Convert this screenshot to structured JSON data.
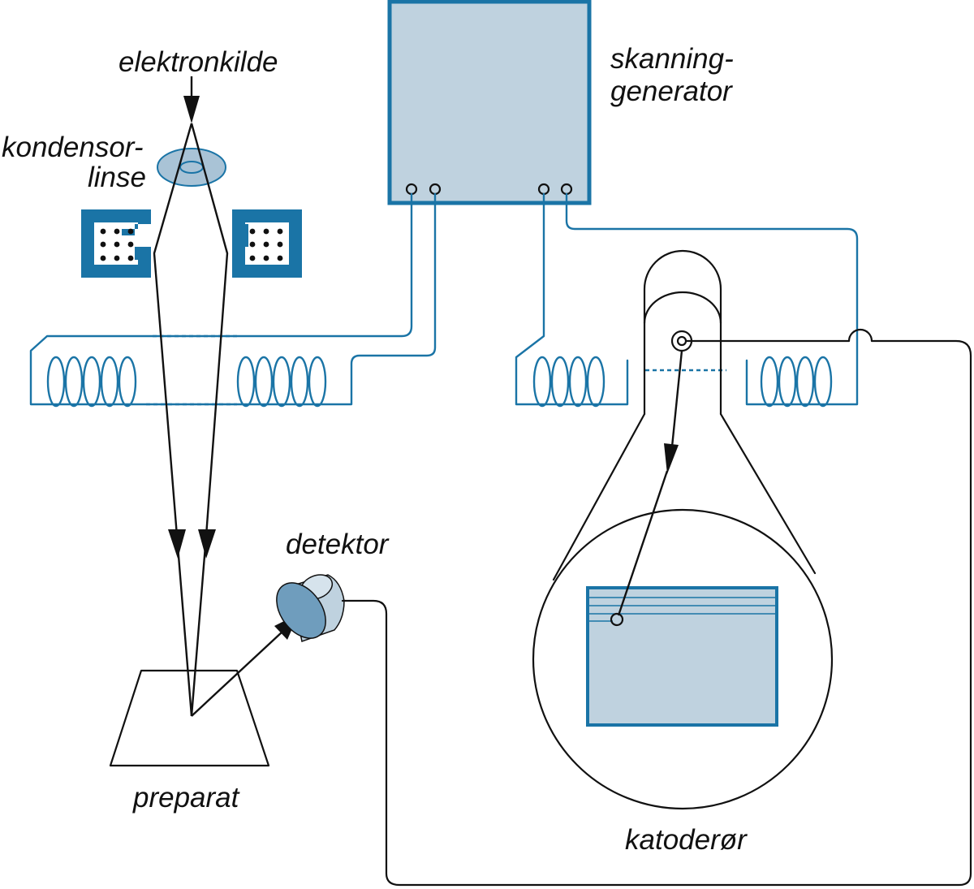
{
  "labels": {
    "electron_source": "elektronkilde",
    "condenser_lens_line1": "kondensor-",
    "condenser_lens_line2": "linse",
    "scan_generator_line1": "skanning-",
    "scan_generator_line2": "generator",
    "detector": "detektor",
    "specimen": "preparat",
    "cathode_ray_tube": "katoderør"
  },
  "colors": {
    "accent_blue": "#1a74a6",
    "fill_light_blue": "#bfd2df",
    "fill_mid_blue": "#6f9dbd",
    "line_black": "#111111"
  }
}
